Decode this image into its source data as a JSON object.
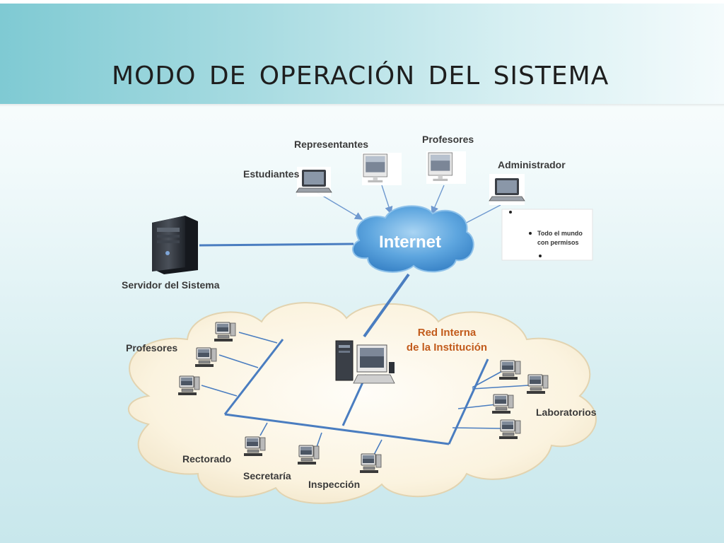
{
  "slide": {
    "title": "MODO DE OPERACIÓN DEL SISTEMA"
  },
  "diagram": {
    "external_users": {
      "estudiantes": "Estudiantes",
      "representantes": "Representantes",
      "profesores": "Profesores",
      "administrador": "Administrador"
    },
    "internet_label": "Internet",
    "server_label": "Servidor del Sistema",
    "note": {
      "item": "Todo el mundo con permisos",
      "line1": "Todo el mundo",
      "line2": "con permisos"
    },
    "internal_network": {
      "title_line1": "Red Interna",
      "title_line2": "de la Institución",
      "profesores": "Profesores",
      "rectorado": "Rectorado",
      "secretaria": "Secretaría",
      "inspeccion": "Inspección",
      "laboratorios": "Laboratorios"
    },
    "colors": {
      "network_line": "#4a7dc0",
      "arrow_line": "#6f99cf",
      "internet_cloud": "#5ba3dd",
      "internal_cloud": "#fdf5e4",
      "red_interna_text": "#c25b1c"
    }
  }
}
